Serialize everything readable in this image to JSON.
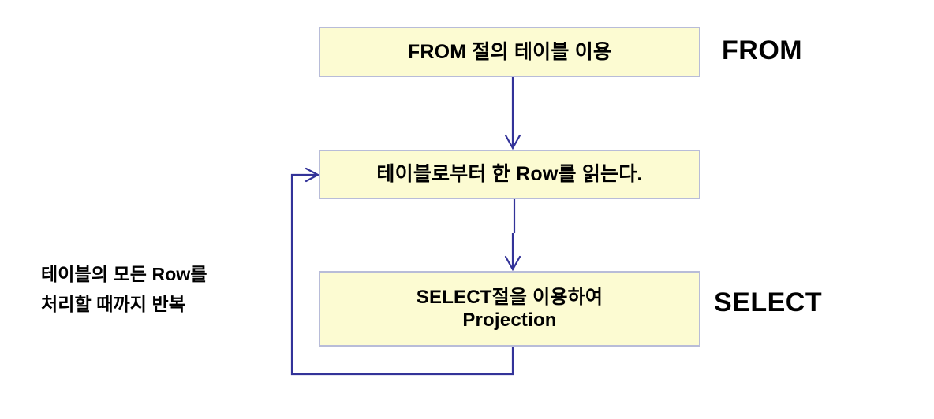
{
  "diagram": {
    "title": "SQL FROM / SELECT processing flow",
    "colors": {
      "box_fill": "#fcfbd2",
      "box_border": "#b8bcd8",
      "connector": "#333399",
      "text": "#000000",
      "background": "#ffffff"
    },
    "nodes": [
      {
        "id": "from",
        "text": "FROM 절의 테이블 이용",
        "clause_label": "FROM"
      },
      {
        "id": "read_row",
        "text": "테이블로부터 한 Row를 읽는다."
      },
      {
        "id": "select_projection",
        "line1": "SELECT절을 이용하여",
        "line2": "Projection",
        "clause_label": "SELECT"
      }
    ],
    "loop_note": {
      "line1": "테이블의 모든 Row를",
      "line2": "처리할 때까지 반복"
    },
    "edges": [
      {
        "from": "from",
        "to": "read_row",
        "kind": "arrow-down"
      },
      {
        "from": "read_row",
        "to": "select_projection",
        "kind": "arrow-down"
      },
      {
        "from": "select_projection",
        "to": "read_row",
        "kind": "loop-back-left"
      }
    ]
  }
}
